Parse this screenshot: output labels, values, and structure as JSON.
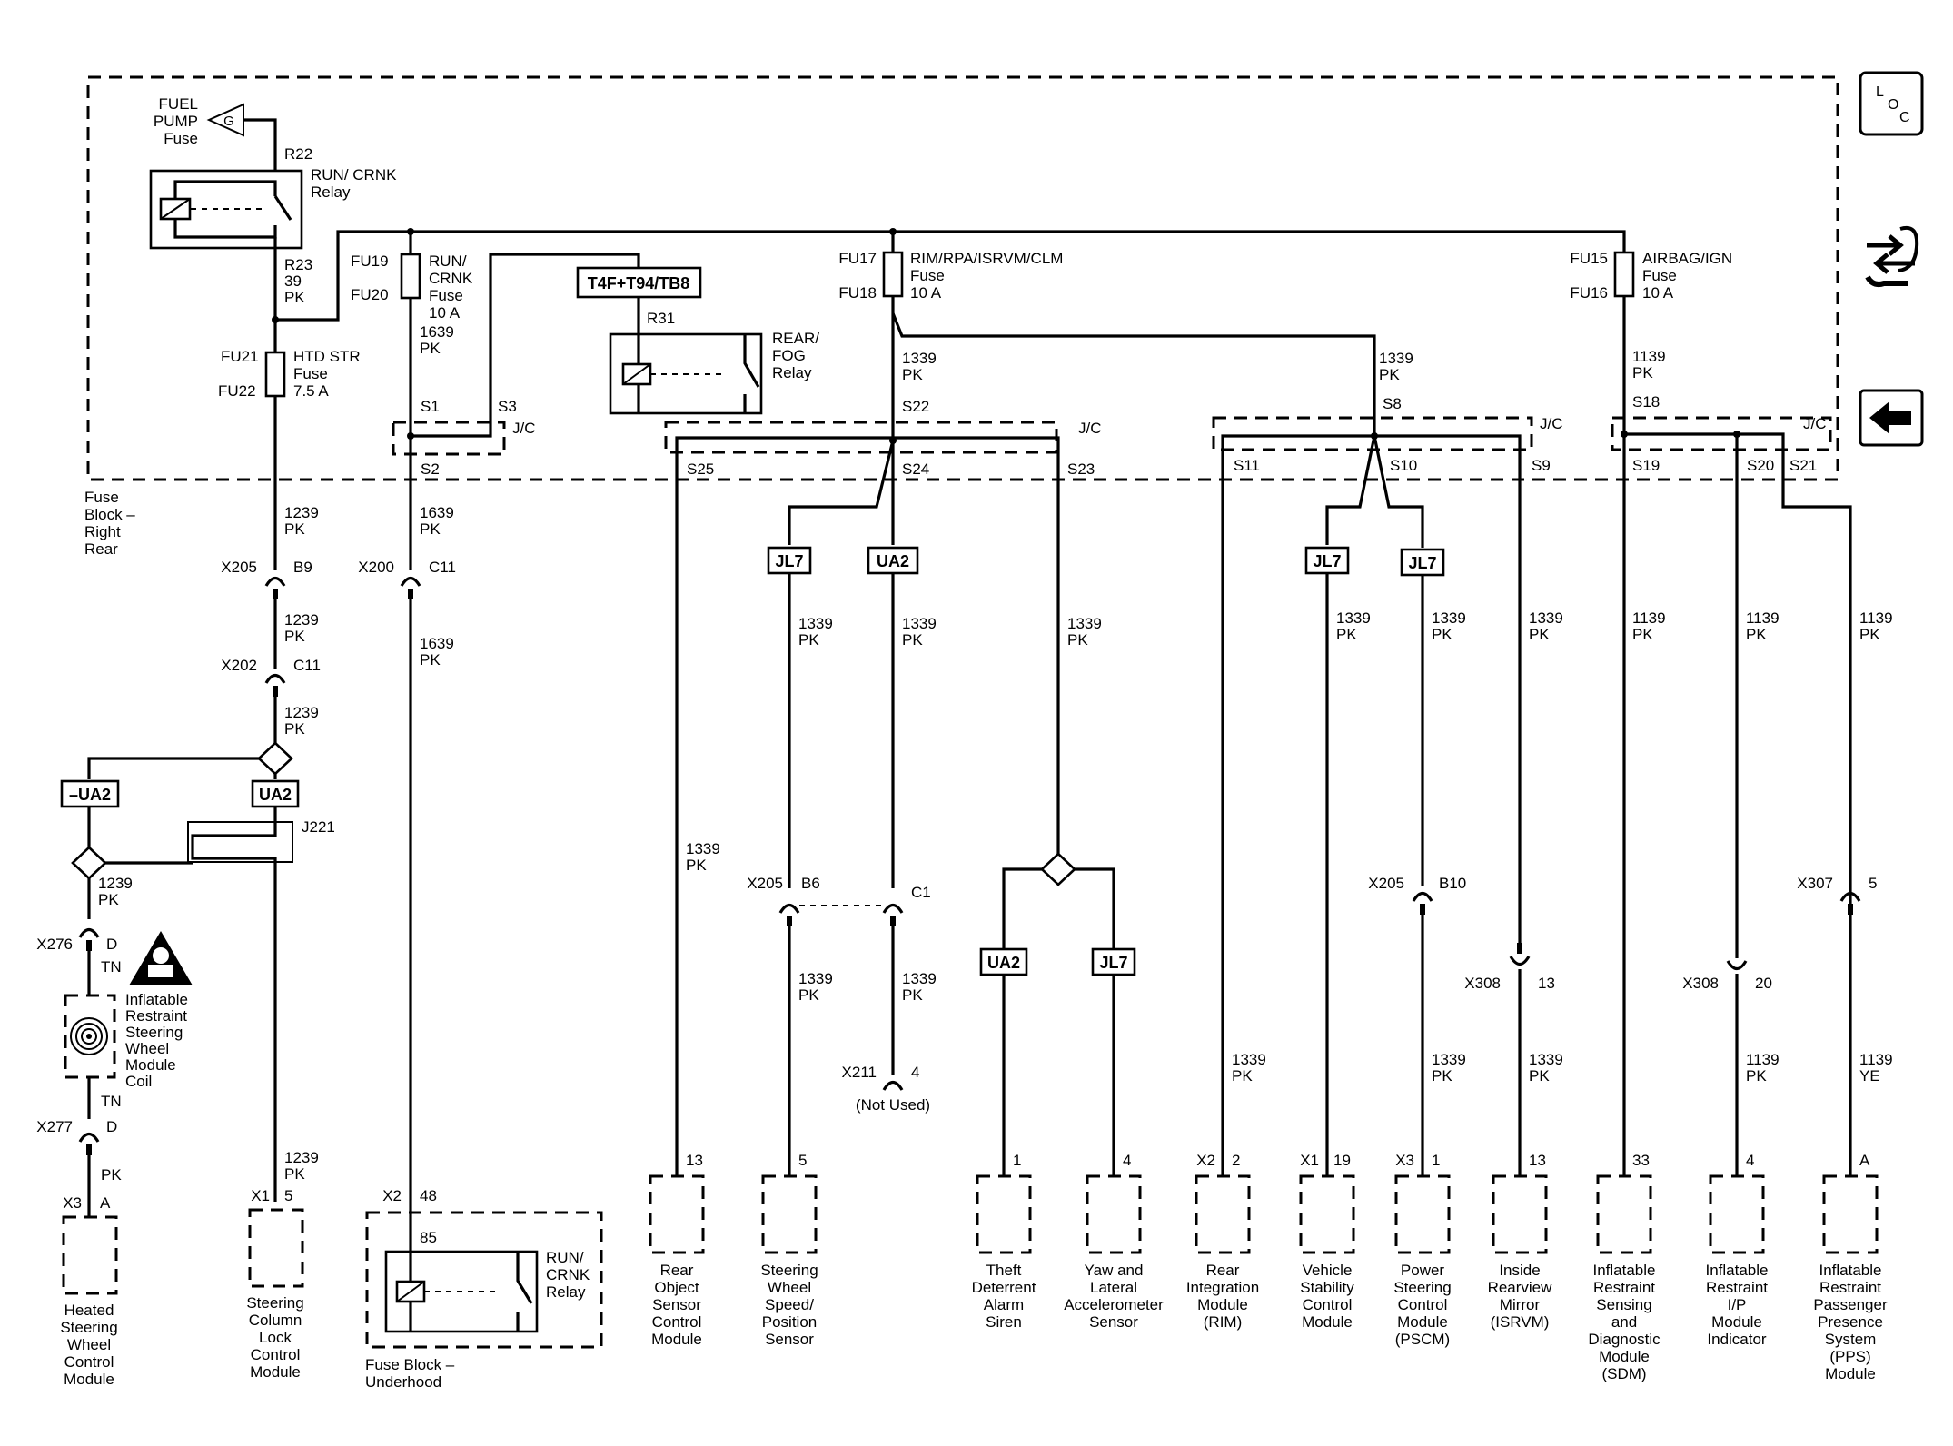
{
  "nav": {
    "loc_icon_glyphs": [
      "L",
      "O",
      "C"
    ],
    "icons": [
      "loc-icon",
      "connector-view-icon",
      "back-arrow-icon"
    ]
  },
  "fuse_block_rear": {
    "label": [
      "Fuse",
      "Block –",
      "Right",
      "Rear"
    ],
    "fuel_pump": [
      "FUEL",
      "PUMP",
      "Fuse"
    ],
    "g": "G",
    "r22": "R22",
    "relay_run": [
      "RUN/ CRNK",
      "Relay"
    ],
    "r23": "R23",
    "w39": [
      "39",
      "PK"
    ],
    "fu21": "FU21",
    "fu22": "FU22",
    "htd": [
      "HTD STR",
      "Fuse",
      "7.5 A"
    ],
    "fu19": "FU19",
    "fu20": "FU20",
    "run_fuse": [
      "RUN/",
      "CRNK",
      "Fuse",
      "10 A"
    ],
    "w1639": [
      "1639",
      "PK"
    ],
    "option": "T4F+T94/TB8",
    "r31": "R31",
    "rear_fog": [
      "REAR/",
      "FOG",
      "Relay"
    ],
    "s1": "S1",
    "s2": "S2",
    "s3": "S3",
    "jc": "J/C",
    "fu17": "FU17",
    "fu18": "FU18",
    "rim_fuse": [
      "RIM/RPA/ISRVM/CLM",
      "Fuse",
      "10 A"
    ],
    "w1339": [
      "1339",
      "PK"
    ],
    "s22": "S22",
    "s23": "S23",
    "s24": "S24",
    "s25": "S25",
    "s8": "S8",
    "s9": "S9",
    "s10": "S10",
    "s11": "S11",
    "fu15": "FU15",
    "fu16": "FU16",
    "airbag_fuse": [
      "AIRBAG/IGN",
      "Fuse",
      "10 A"
    ],
    "w1139": [
      "1139",
      "PK"
    ],
    "s18": "S18",
    "s19": "S19",
    "s20": "S20",
    "s21": "S21"
  },
  "wires": {
    "w1239": [
      "1239",
      "PK"
    ],
    "w1639": [
      "1639",
      "PK"
    ],
    "w1339": [
      "1339",
      "PK"
    ],
    "w1139": [
      "1139",
      "PK"
    ],
    "w1139ye": [
      "1139",
      "YE"
    ],
    "pk": "PK",
    "tn": "TN"
  },
  "connectors": {
    "x205": "X205",
    "b9": "B9",
    "x200": "X200",
    "c11": "C11",
    "x202": "X202",
    "j221": "J221",
    "x276": "X276",
    "x277": "X277",
    "d": "D",
    "b6": "B6",
    "c1": "C1",
    "x211": "X211",
    "p4": "4",
    "not_used": "(Not Used)",
    "b10": "B10",
    "x308": "X308",
    "p13": "13",
    "p20": "20",
    "x307": "X307",
    "p5": "5",
    "x3": "X3",
    "x1": "X1",
    "x2": "X2",
    "pa": "A",
    "p48": "48",
    "p85": "85",
    "p1": "1",
    "p2": "2",
    "p19": "19",
    "p33": "33"
  },
  "options": {
    "not_ua2": "–UA2",
    "ua2": "UA2",
    "jl7": "JL7"
  },
  "coil": [
    "Inflatable",
    "Restraint",
    "Steering",
    "Wheel",
    "Module",
    "Coil"
  ],
  "underhood": {
    "label": [
      "Fuse Block –",
      "Underhood"
    ],
    "relay": [
      "RUN/",
      "CRNK",
      "Relay"
    ]
  },
  "components": {
    "heated": [
      "Heated",
      "Steering",
      "Wheel",
      "Control",
      "Module"
    ],
    "column": [
      "Steering",
      "Column",
      "Lock",
      "Control",
      "Module"
    ],
    "rear_obj": [
      "Rear",
      "Object",
      "Sensor",
      "Control",
      "Module"
    ],
    "wheel_speed": [
      "Steering",
      "Wheel",
      "Speed/",
      "Position",
      "Sensor"
    ],
    "theft": [
      "Theft",
      "Deterrent",
      "Alarm",
      "Siren"
    ],
    "yaw": [
      "Yaw and",
      "Lateral",
      "Accelerometer",
      "Sensor"
    ],
    "rim": [
      "Rear",
      "Integration",
      "Module",
      "(RIM)"
    ],
    "vscm": [
      "Vehicle",
      "Stability",
      "Control",
      "Module"
    ],
    "pscm": [
      "Power",
      "Steering",
      "Control",
      "Module",
      "(PSCM)"
    ],
    "isrvm": [
      "Inside",
      "Rearview",
      "Mirror",
      "(ISRVM)"
    ],
    "sdm": [
      "Inflatable",
      "Restraint",
      "Sensing",
      "and",
      "Diagnostic",
      "Module",
      "(SDM)"
    ],
    "ipmi": [
      "Inflatable",
      "Restraint",
      "I/P",
      "Module",
      "Indicator"
    ],
    "pps": [
      "Inflatable",
      "Restraint",
      "Passenger",
      "Presence",
      "System",
      "(PPS)",
      "Module"
    ]
  }
}
